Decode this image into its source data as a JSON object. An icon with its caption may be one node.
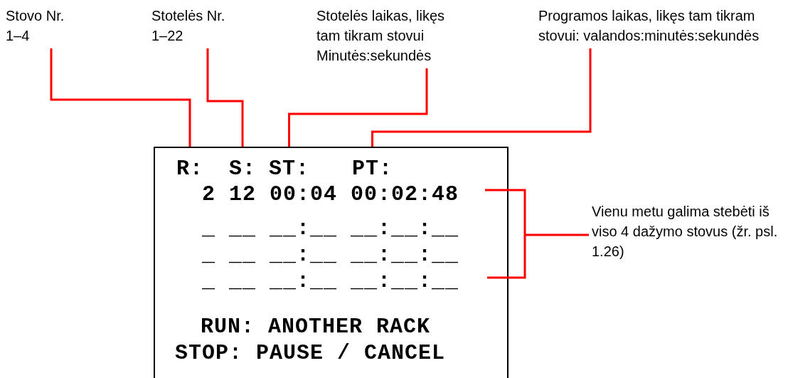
{
  "diagram": {
    "nodes": [
      {
        "text": [
          "Stovo Nr. 1–4"
        ]
      },
      {
        "text": [
          "Stotelės Nr. 1–22"
        ]
      },
      {
        "text": [
          "Stotelės laikas, likęs tam tikram stovui Minutės:sekundės"
        ]
      },
      {
        "text": [
          "Programos laikas, likęs tam tikram stovui: valandos:minutės:sekundės"
        ]
      },
      {
        "text": [
          "2 12 00:04 00:02:48",
          "_ __ __:__ __:__:__",
          "_ __ __:__ __:__:__",
          "_ __ __:__ __:__:__",
          "RUN: ANOTHER RACK",
          "STOP: PAUSE / CANCEL"
        ]
      },
      {
        "text": [
          "R:"
        ],
        "in": 4
      },
      {
        "text": [
          "S:"
        ],
        "in": 4
      },
      {
        "text": [
          "ST:"
        ],
        "in": 4
      },
      {
        "text": [
          "PT:"
        ],
        "in": 4
      },
      {
        "text": [
          "Vienu metu galima stebėti iš viso 4 dažymo stovus (žr. psl. 1.26)"
        ]
      },
      {
        "text": [],
        "shape": "bracket"
      }
    ],
    "edges": [
      {
        "from": 0,
        "to": 5,
        "arrow": "none"
      },
      {
        "from": 1,
        "to": 6,
        "arrow": "none"
      },
      {
        "from": 2,
        "to": 7,
        "arrow": "none"
      },
      {
        "from": 3,
        "to": 8,
        "arrow": "none"
      },
      {
        "from": 9,
        "to": 10,
        "arrow": "none"
      }
    ]
  }
}
